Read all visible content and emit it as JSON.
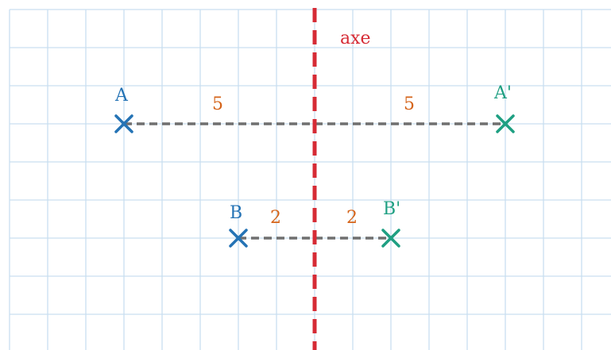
{
  "axis": {
    "label": "axe"
  },
  "points": [
    {
      "id": "A",
      "label": "A",
      "role": "original"
    },
    {
      "id": "A_prime",
      "label": "A'",
      "role": "image"
    },
    {
      "id": "B",
      "label": "B",
      "role": "original"
    },
    {
      "id": "B_prime",
      "label": "B'",
      "role": "image"
    }
  ],
  "segments": [
    {
      "from": "A",
      "to": "axis",
      "distance_label": "5"
    },
    {
      "from": "axis",
      "to": "A_prime",
      "distance_label": "5"
    },
    {
      "from": "B",
      "to": "axis",
      "distance_label": "2"
    },
    {
      "from": "axis",
      "to": "B_prime",
      "distance_label": "2"
    }
  ],
  "colors": {
    "grid": "#c9dff0",
    "axis": "#d62b35",
    "original": "#2473b5",
    "image": "#1e9f82",
    "distance": "#d5641a",
    "dashes": "#6f6f6f"
  }
}
